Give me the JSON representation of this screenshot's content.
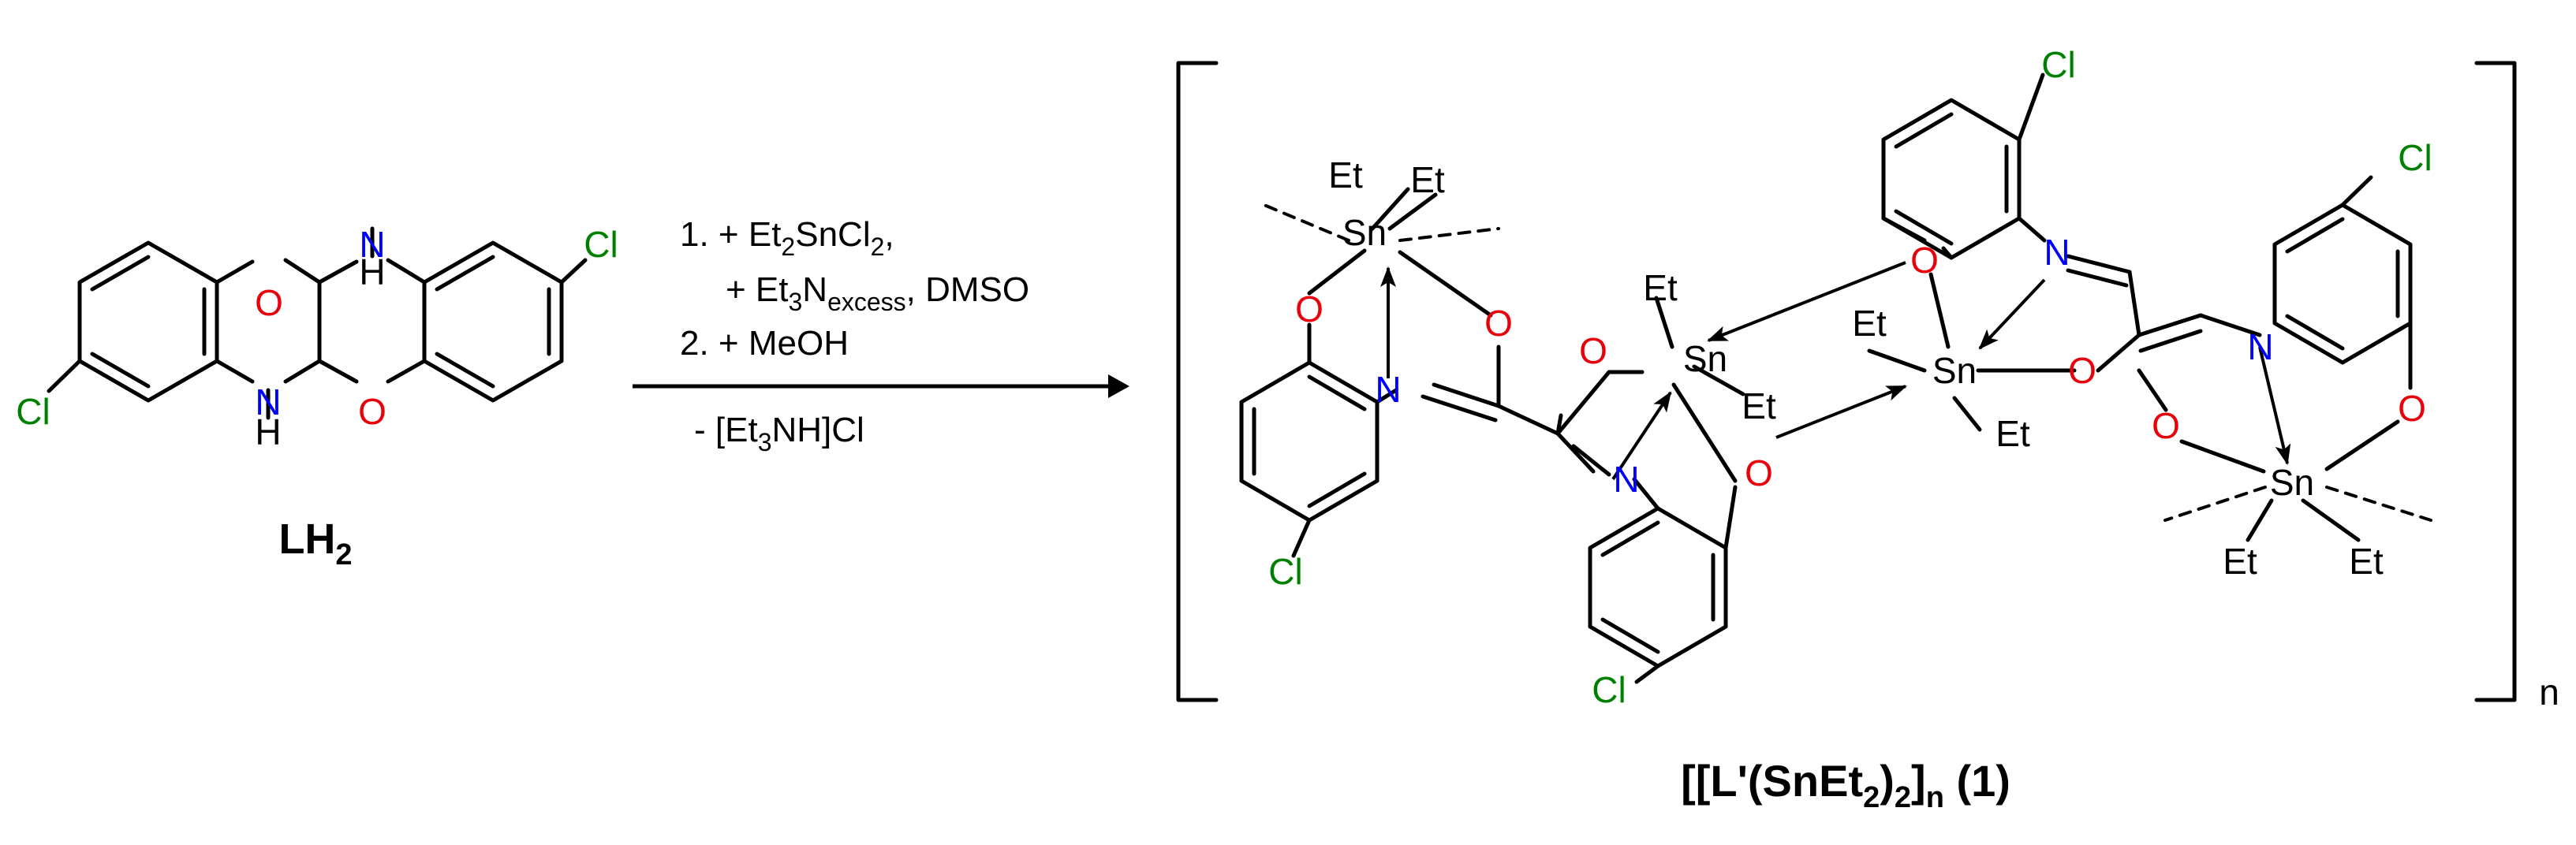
{
  "atoms": {
    "O": "O",
    "N": "N",
    "H": "H",
    "Cl": "Cl",
    "Sn": "Sn",
    "Et": "Et"
  },
  "colors": {
    "oxygen": "#e8000b",
    "nitrogen": "#0000ff",
    "chlorine": "#008000",
    "bond": "#000000"
  },
  "reactant": {
    "name_main": "LH",
    "name_sub": "2"
  },
  "conditions": {
    "step1_a": "1. + Et",
    "step1_a_sub": "2",
    "step1_b": "SnCl",
    "step1_b_sub": "2",
    "step1_c": ",",
    "step1_d": "+ Et",
    "step1_d_sub": "3",
    "step1_e": "N",
    "step1_e_sub": "excess",
    "step1_f": ", DMSO",
    "step2": "2. + MeOH",
    "byproduct": "- [Et3NH]Cl",
    "byproduct_pre": "- [Et",
    "byproduct_sub": "3",
    "byproduct_post": "NH]Cl"
  },
  "product": {
    "label_a": "[[L'(SnEt",
    "label_sub1": "2",
    "label_b": ")",
    "label_sub2": "2",
    "label_c": "]",
    "label_sub3": "n",
    "label_d": " (1)",
    "bracket_index": "n"
  }
}
